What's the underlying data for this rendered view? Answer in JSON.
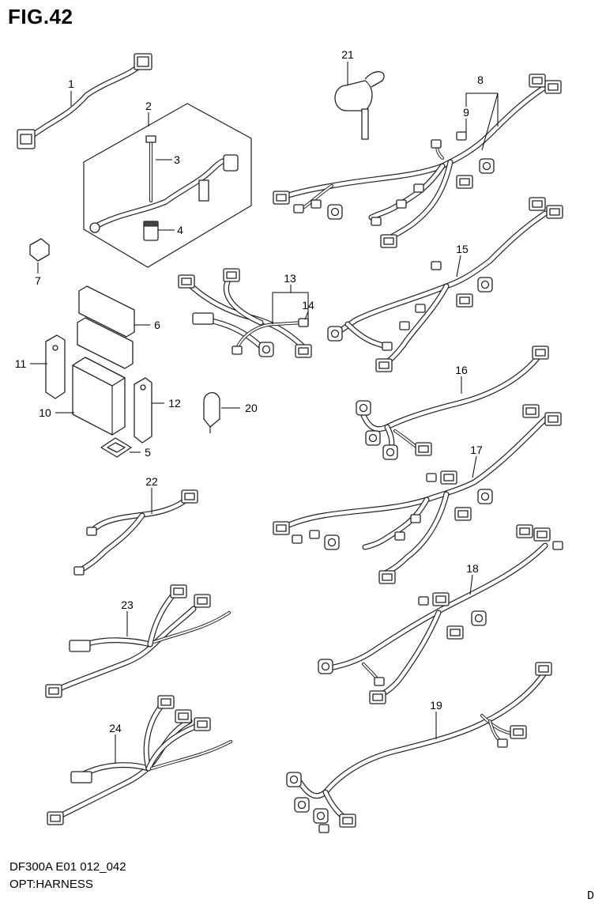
{
  "header": {
    "title": "FIG.42"
  },
  "footer": {
    "code": "DF300A E01 012_042",
    "name": "OPT:HARNESS",
    "letter": "D"
  },
  "callouts": {
    "c1": "1",
    "c2": "2",
    "c3": "3",
    "c4": "4",
    "c5": "5",
    "c6": "6",
    "c7": "7",
    "c8": "8",
    "c9": "9",
    "c10": "10",
    "c11": "11",
    "c12": "12",
    "c13": "13",
    "c14": "14",
    "c15": "15",
    "c16": "16",
    "c17": "17",
    "c18": "18",
    "c19": "19",
    "c20": "20",
    "c21": "21",
    "c22": "22",
    "c23": "23",
    "c24": "24"
  }
}
